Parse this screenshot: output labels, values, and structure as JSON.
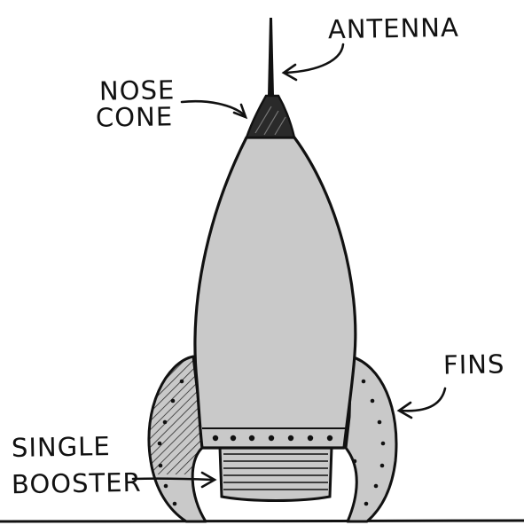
{
  "labels": {
    "antenna": "ANTENNA",
    "nose_cone_line1": "NOSE",
    "nose_cone_line2": "CONE",
    "fins": "FINS",
    "single_booster_line1": "SINGLE",
    "single_booster_line2": "BOOSTER"
  },
  "colors": {
    "ink": "#111111",
    "body_fill": "#c9c9c9",
    "background": "#ffffff"
  }
}
